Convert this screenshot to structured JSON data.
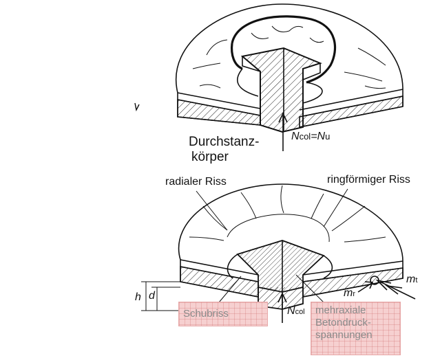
{
  "top": {
    "body_label_line1": "Durchstanz-",
    "body_label_line2": "körper",
    "force_label": "N",
    "force_sub1": "col",
    "force_eq": "=N",
    "force_sub2": "u"
  },
  "bottom": {
    "radial_crack": "radialer Riss",
    "ring_crack": "ringförmiger Riss",
    "h": "h",
    "d": "d",
    "force_label": "N",
    "force_sub": "col",
    "m_r": "m",
    "m_r_sub": "r",
    "m_t": "m",
    "m_t_sub": "t"
  },
  "notes": {
    "shear_crack": "Schubriss",
    "multiaxial_line1": "mehraxiale",
    "multiaxial_line2": "Betondruck-",
    "multiaxial_line3": "spannungen"
  },
  "colors": {
    "note_bg": "#f6d0d0",
    "note_text": "#8a8a8a",
    "ink": "#111111"
  }
}
